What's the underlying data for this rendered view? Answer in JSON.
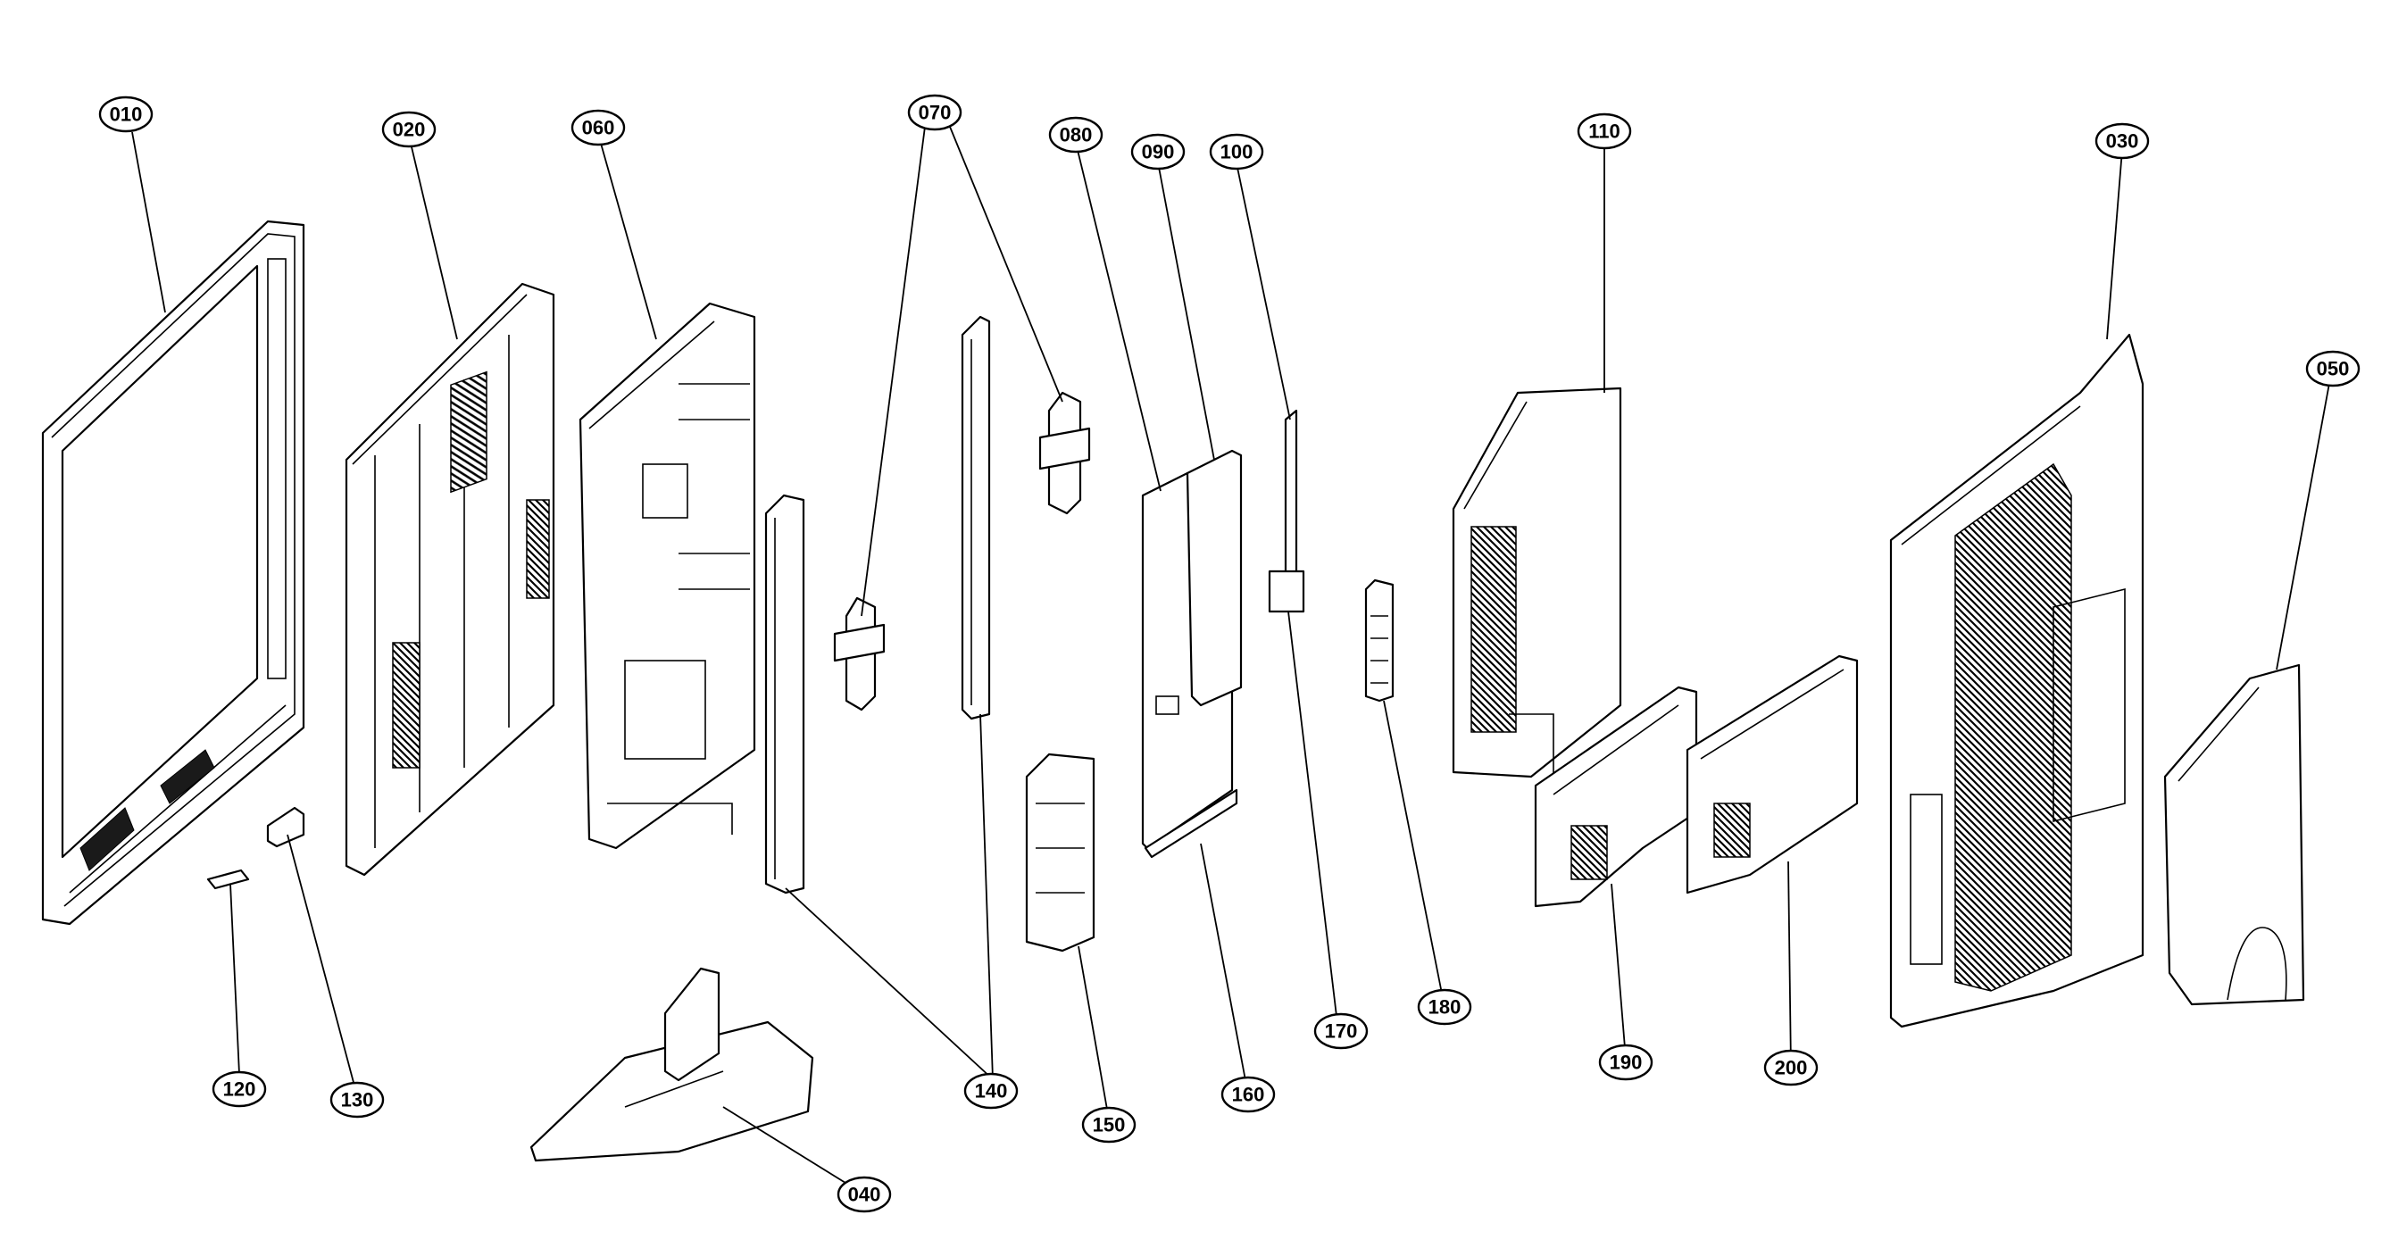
{
  "labels": {
    "p010": "010",
    "p020": "020",
    "p060": "060",
    "p070": "070",
    "p080": "080",
    "p090": "090",
    "p100": "100",
    "p110": "110",
    "p030": "030",
    "p050": "050",
    "p120": "120",
    "p130": "130",
    "p140": "140",
    "p150": "150",
    "p160": "160",
    "p170": "170",
    "p180": "180",
    "p190": "190",
    "p200": "200",
    "p040": "040"
  },
  "colors": {
    "line": "#000000",
    "background": "#ffffff"
  }
}
